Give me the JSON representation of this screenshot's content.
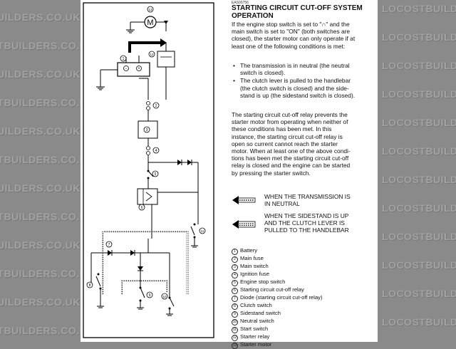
{
  "watermark": "LOCOSTBUILDERS.CO.UK",
  "page": {
    "code": "EAS00756",
    "title_line1": "STARTING CIRCUIT CUT-OFF SYSTEM",
    "title_line2": "OPERATION",
    "intro_lines": [
      "If the engine stop switch is set to \"∩\" and the",
      "main switch is set to \"ON\" (both switches are",
      "closed), the starter motor can only operate if at",
      "least one of the following conditions is met:"
    ],
    "bullets": [
      {
        "line1": "The transmission is in neutral (the neutral",
        "line2": "switch is closed)."
      },
      {
        "line1": "The clutch lever is pulled to the handlebar",
        "line2": "(the clutch switch is closed) and the side-",
        "line3": "stand is up (the sidestand switch is closed)."
      }
    ],
    "relay_lines": [
      "The starting circuit cut-off relay prevents the",
      "starter motor from operating when neither of",
      "these conditions has been met. In this",
      "instance, the starting circuit cut-off relay is",
      "open so current cannot reach the starter",
      "motor. When at least one of the above condi-",
      "tions has been met the starting circuit cut-off",
      "relay is closed and the engine can be started",
      "by pressing the starter switch."
    ],
    "legend": [
      {
        "line1": "WHEN THE TRANSMISSION IS",
        "line2": "IN NEUTRAL"
      },
      {
        "line1": "WHEN THE SIDESTAND IS UP",
        "line2": "AND THE CLUTCH LEVER IS",
        "line3": "PULLED TO THE HANDLEBAR"
      }
    ],
    "key": [
      {
        "num": "1",
        "label": "Battery"
      },
      {
        "num": "2",
        "label": "Main fuse"
      },
      {
        "num": "3",
        "label": "Main switch"
      },
      {
        "num": "4",
        "label": "Ignition fuse"
      },
      {
        "num": "5",
        "label": "Engine stop switch"
      },
      {
        "num": "6",
        "label": "Starting circuit cut-off relay"
      },
      {
        "num": "7",
        "label": "Diode (starting circuit cut-off relay)"
      },
      {
        "num": "8",
        "label": "Clutch switch"
      },
      {
        "num": "9",
        "label": "Sidestand switch"
      },
      {
        "num": "10",
        "label": "Neutral switch"
      },
      {
        "num": "11",
        "label": "Start switch"
      },
      {
        "num": "12",
        "label": "Starter relay"
      },
      {
        "num": "13",
        "label": "Starter motor"
      }
    ],
    "diagram_labels": {
      "motor": "M",
      "n1": "1",
      "n2": "2",
      "n3": "3",
      "n4": "4",
      "n5": "5",
      "n6": "6",
      "n7": "7",
      "n8": "8",
      "n9": "9",
      "n10": "10",
      "n11": "11",
      "n12": "12",
      "n13": "13",
      "minus": "−",
      "plus": "+"
    }
  }
}
